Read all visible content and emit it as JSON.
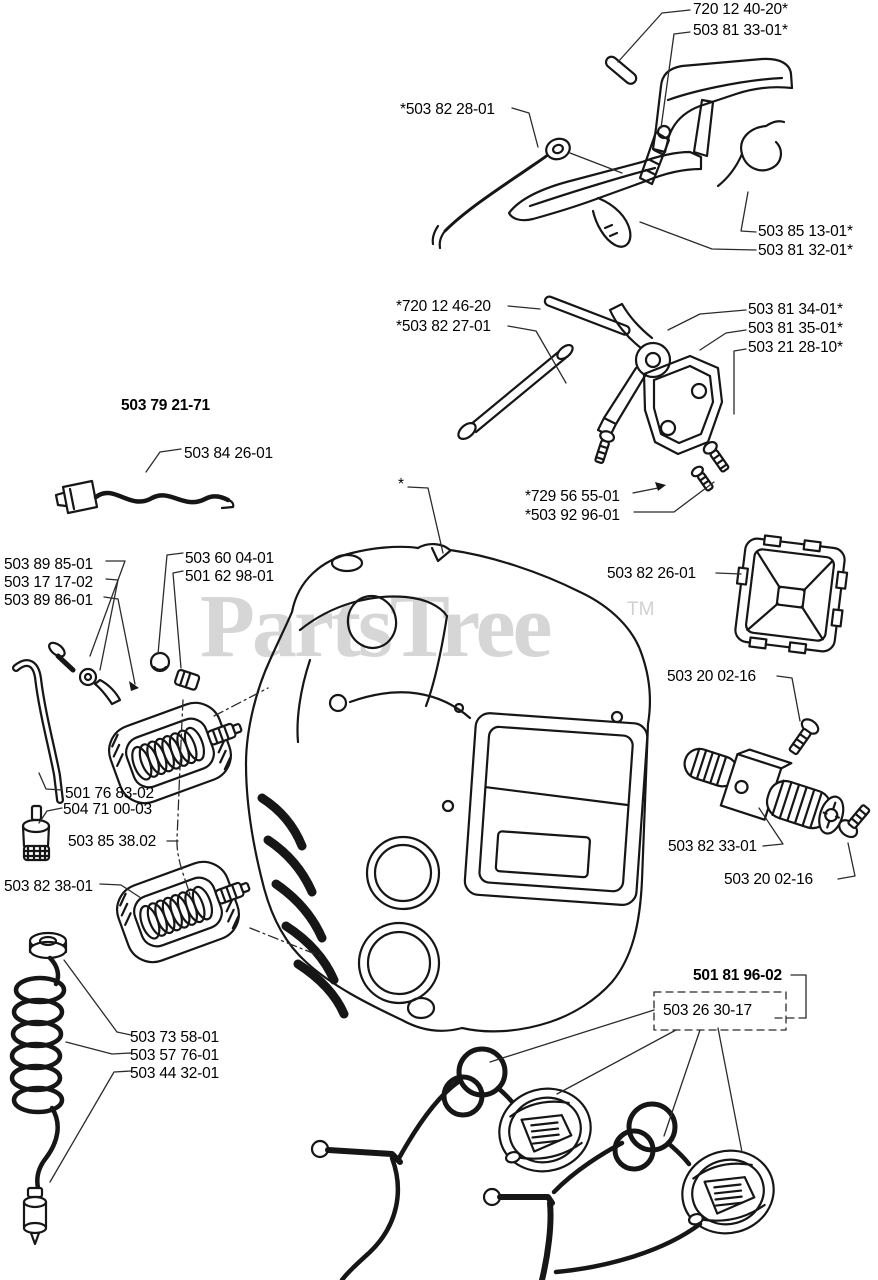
{
  "watermark": {
    "text": "PartsTree",
    "tm_text": "TM",
    "color": "#d6d6d6"
  },
  "diagram": {
    "stroke_color": "#161616",
    "background": "#ffffff"
  },
  "labels": [
    {
      "id": "p0",
      "text": "720 12 40-20*"
    },
    {
      "id": "p1",
      "text": "503 81 33-01*"
    },
    {
      "id": "p2",
      "text": "*503 82 28-01"
    },
    {
      "id": "p3",
      "text": "503 85 13-01*"
    },
    {
      "id": "p4",
      "text": "503 81 32-01*"
    },
    {
      "id": "p5",
      "text": "*720 12 46-20"
    },
    {
      "id": "p6",
      "text": "*503 82 27-01"
    },
    {
      "id": "p7",
      "text": "503 81 34-01*"
    },
    {
      "id": "p8",
      "text": "503 81 35-01*"
    },
    {
      "id": "p9",
      "text": "503 21 28-10*"
    },
    {
      "id": "p10",
      "text": "503 79 21-71"
    },
    {
      "id": "p11",
      "text": "503 84 26-01"
    },
    {
      "id": "p12",
      "text": "*729 56 55-01"
    },
    {
      "id": "p13",
      "text": "*503 92 96-01"
    },
    {
      "id": "p14",
      "text": "*"
    },
    {
      "id": "p15",
      "text": "503 89 85-01"
    },
    {
      "id": "p16",
      "text": "503 17 17-02"
    },
    {
      "id": "p17",
      "text": "503 89 86-01"
    },
    {
      "id": "p18",
      "text": "503 60 04-01"
    },
    {
      "id": "p19",
      "text": "501 62 98-01"
    },
    {
      "id": "p20",
      "text": "503 82 26-01"
    },
    {
      "id": "p21",
      "text": "503 20 02-16"
    },
    {
      "id": "p22",
      "text": "501 76 83-02"
    },
    {
      "id": "p23",
      "text": "504 71 00-03"
    },
    {
      "id": "p24",
      "text": "503 85 38.02"
    },
    {
      "id": "p25",
      "text": "503 82 38-01"
    },
    {
      "id": "p26",
      "text": "503 82 33-01"
    },
    {
      "id": "p27",
      "text": "503 20 02-16"
    },
    {
      "id": "p28",
      "text": "501 81 96-02"
    },
    {
      "id": "p29",
      "text": "503 26 30-17"
    },
    {
      "id": "p30",
      "text": "503 73 58-01"
    },
    {
      "id": "p31",
      "text": "503 57 76-01"
    },
    {
      "id": "p32",
      "text": "503 44 32-01"
    }
  ]
}
